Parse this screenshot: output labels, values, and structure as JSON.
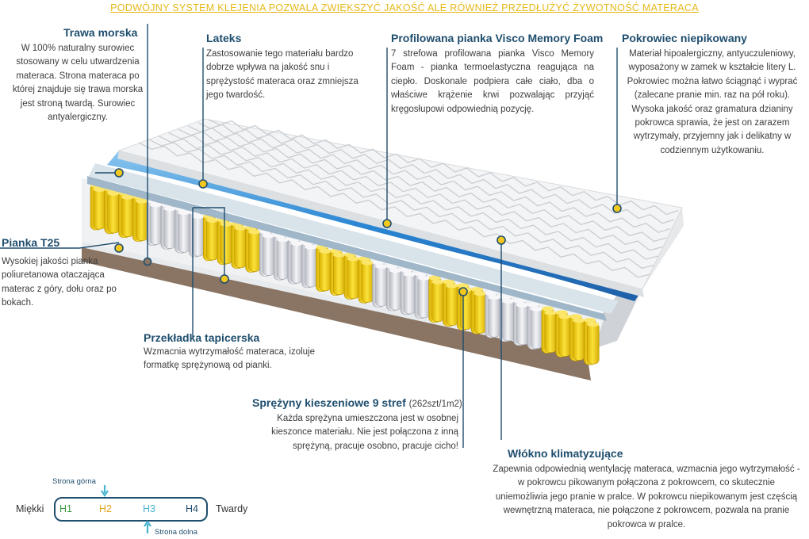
{
  "banner": "Podwójny system klejenia pozwala zwiększyć jakość ale również przedłużyć żywotność materaca",
  "annotations": {
    "trawa": {
      "title": "Trawa morska",
      "text": "W 100% naturalny surowiec stosowany w celu utwardzenia materaca. Strona materaca po której znajduje się trawa morska jest stroną twardą. Surowiec antyalergiczny."
    },
    "lateks": {
      "title": "Lateks",
      "text": "Zastosowanie tego materiału bardzo dobrze wpływa na jakość snu i sprężystość materaca oraz zmniejsza jego twardość."
    },
    "visco": {
      "title": "Profilowana pianka Visco Memory Foam",
      "text": "7 strefowa profilowana pianka Visco Memory Foam - pianka termoelastyczna reagująca na ciepło. Doskonale podpiera całe ciało, dba o właściwe krążenie krwi pozwalając przyjąć kręgosłupowi odpowiednią pozycję."
    },
    "pokrowiec": {
      "title": "Pokrowiec niepikowany",
      "text": "Materiał hipoalergiczny, antyuczuleniowy, wyposażony w zamek w kształcie litery L. Pokrowiec można łatwo ściągnąć i wyprać (zalecane pranie min. raz na pół roku). Wysoka jakość oraz gramatura dzianiny pokrowca sprawia, że jest on zarazem wytrzymały, przyjemny jak i delikatny w codziennym użytkowaniu."
    },
    "pianka": {
      "title": "Pianka T25",
      "text": "Wysokiej jakości pianka poliuretanowa otaczająca materac z góry, dołu oraz po bokach."
    },
    "przekladka": {
      "title": "Przekładka tapicerska",
      "text": "Wzmacnia wytrzymałość materaca, izoluje formatkę sprężynową od pianki."
    },
    "sprezyny": {
      "title": "Sprężyny kieszeniowe 9 stref",
      "suffix": "(262szt/1m2)",
      "text": "Każda sprężyna umieszczona jest w osobnej kieszonce materiału. Nie jest połączona z inną sprężyną, pracuje osobno, pracuje cicho!"
    },
    "wlokno": {
      "title": "Włókno klimatyzujące",
      "text": "Zapewnia odpowiednią wentylację materaca, wzmacnia jego wytrzymałość - w pokrowcu pikowanym połączona z pokrowcem, co skutecznie uniemożliwia jego pranie w pralce. W pokrowcu niepikowanym jest częścią wewnętrzną materaca, nie połączone z pokrowcem, pozwala na pranie pokrowca w pralce."
    }
  },
  "scale": {
    "soft_label": "Miękki",
    "hard_label": "Twardy",
    "levels": [
      "H1",
      "H2",
      "H3",
      "H4"
    ],
    "top_side_label": "Strona górna",
    "bottom_side_label": "Strona dolna",
    "level_colors": [
      "#3a9a3a",
      "#e0a419",
      "#4ab5cf",
      "#1f4e6e"
    ]
  },
  "colors": {
    "title": "#1f4e6e",
    "banner": "#e7b81a",
    "leader": "#1f4e6e",
    "marker": "#f2c81e",
    "visco": "#2b8ed6",
    "spring_yellow": "#f3d21c",
    "spring_white": "#e6e6ea",
    "coconut": "#8a7463"
  }
}
